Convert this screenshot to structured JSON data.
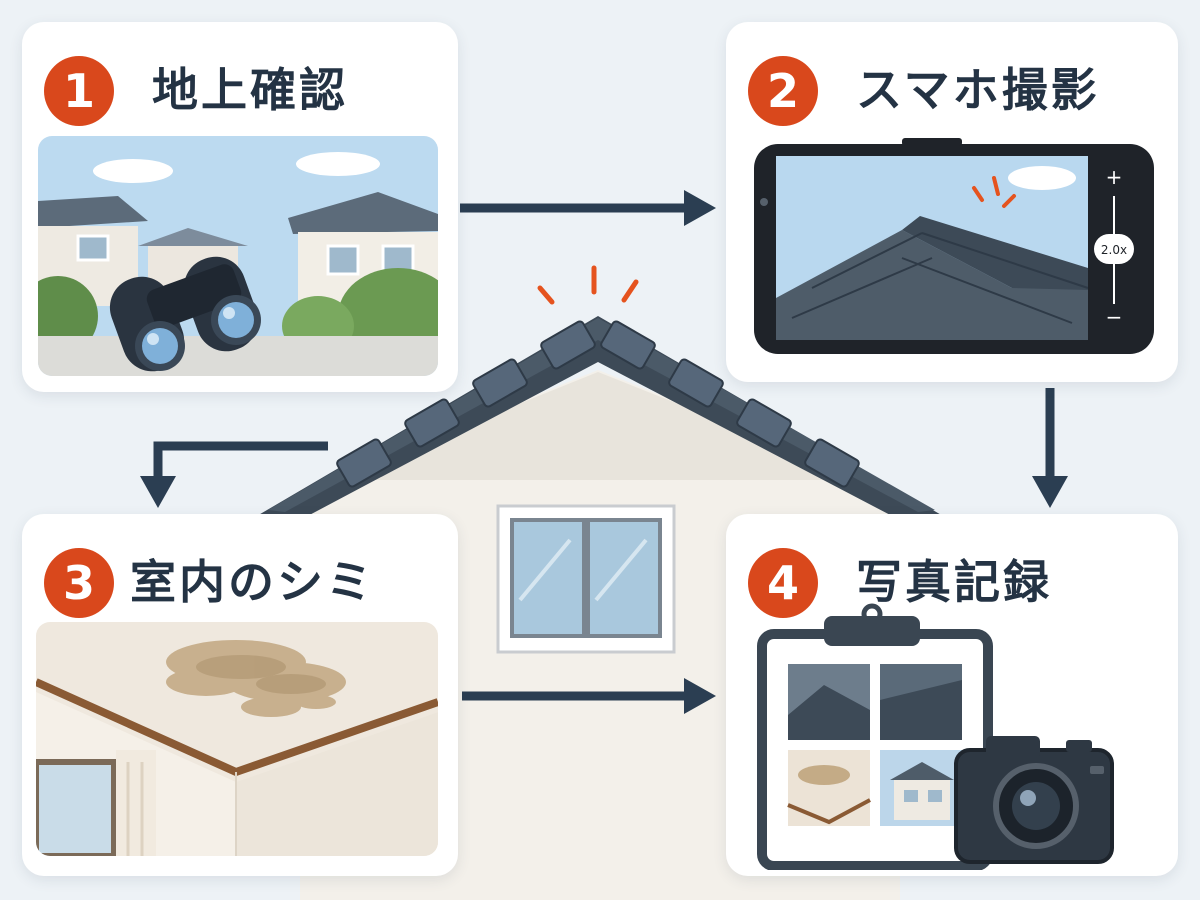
{
  "steps": [
    {
      "number": "1",
      "title": "地上確認"
    },
    {
      "number": "2",
      "title": "スマホ撮影"
    },
    {
      "number": "3",
      "title": "室内のシミ"
    },
    {
      "number": "4",
      "title": "写真記録"
    }
  ],
  "phone": {
    "zoom_label": "2.0x",
    "zoom_in_label": "+",
    "zoom_out_label": "−"
  },
  "colors": {
    "badge": "#d9481c",
    "title_text": "#243344",
    "arrow": "#2b3e52",
    "roof": "#3d4a57",
    "card_bg": "#ffffff",
    "page_bg": "#edf2f6"
  },
  "icons": [
    "binoculars-icon",
    "smartphone-icon",
    "camera-icon",
    "clipboard-icon",
    "alert-rays-icon"
  ]
}
